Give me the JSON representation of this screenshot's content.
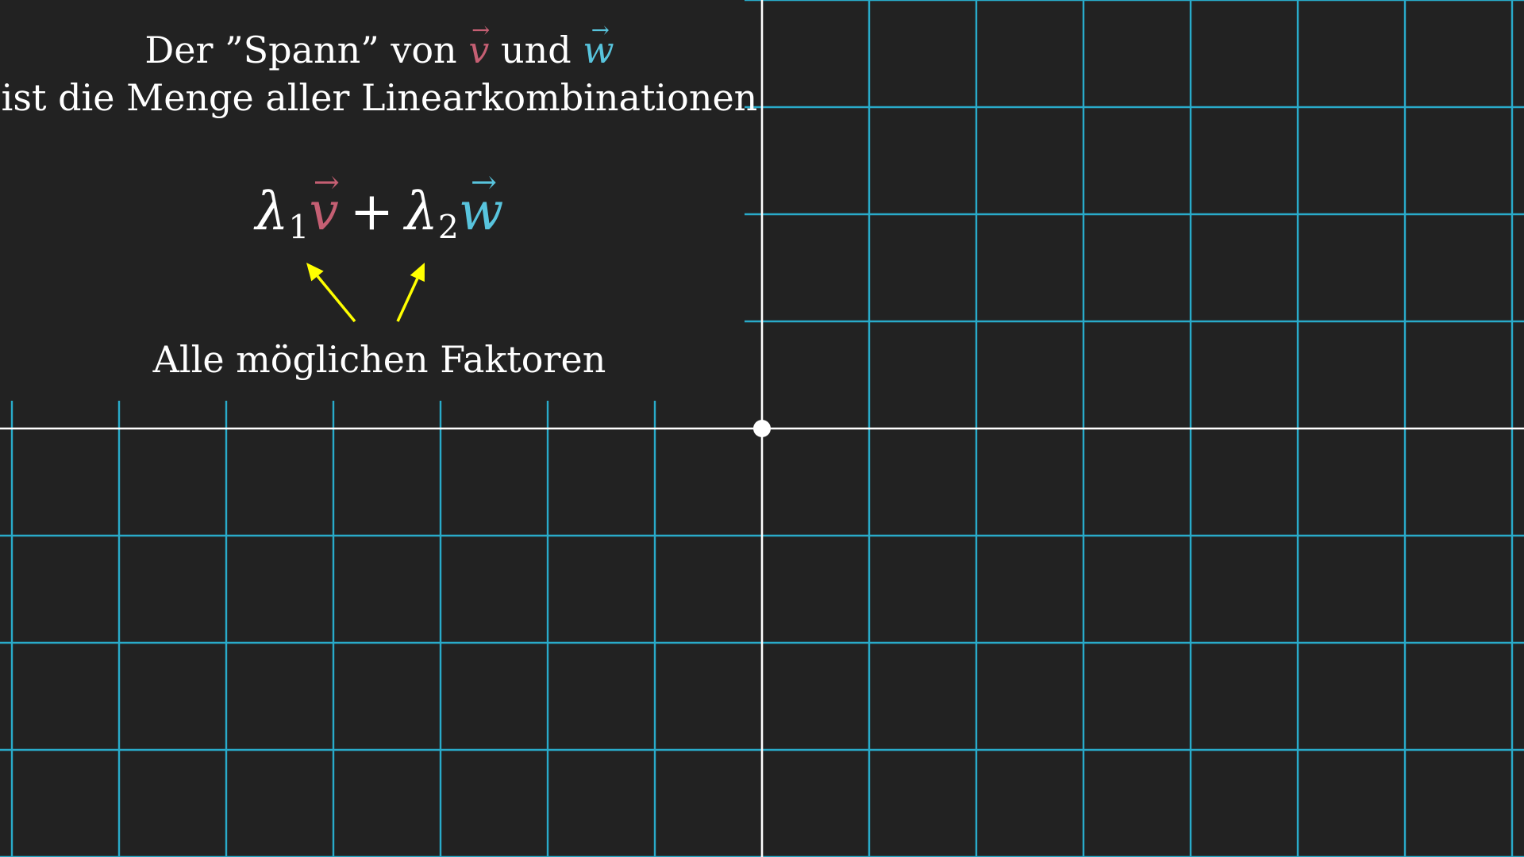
{
  "title": {
    "line1_prefix": "Der ”Spann” von",
    "line1_and": "und",
    "line2": "ist die Menge aller Linearkombinationen"
  },
  "symbols": {
    "v": "v",
    "w": "w",
    "arrow": "→",
    "lambda": "λ",
    "sub1": "1",
    "sub2": "2",
    "plus": "+"
  },
  "caption": "Alle möglichen Faktoren",
  "colors": {
    "background": "#222222",
    "grid": "#29abca",
    "axes": "#ffffff",
    "vector_v": "#c55f73",
    "vector_w": "#58c4dd",
    "annotation_arrows": "#ffff00",
    "text": "#ffffff"
  }
}
